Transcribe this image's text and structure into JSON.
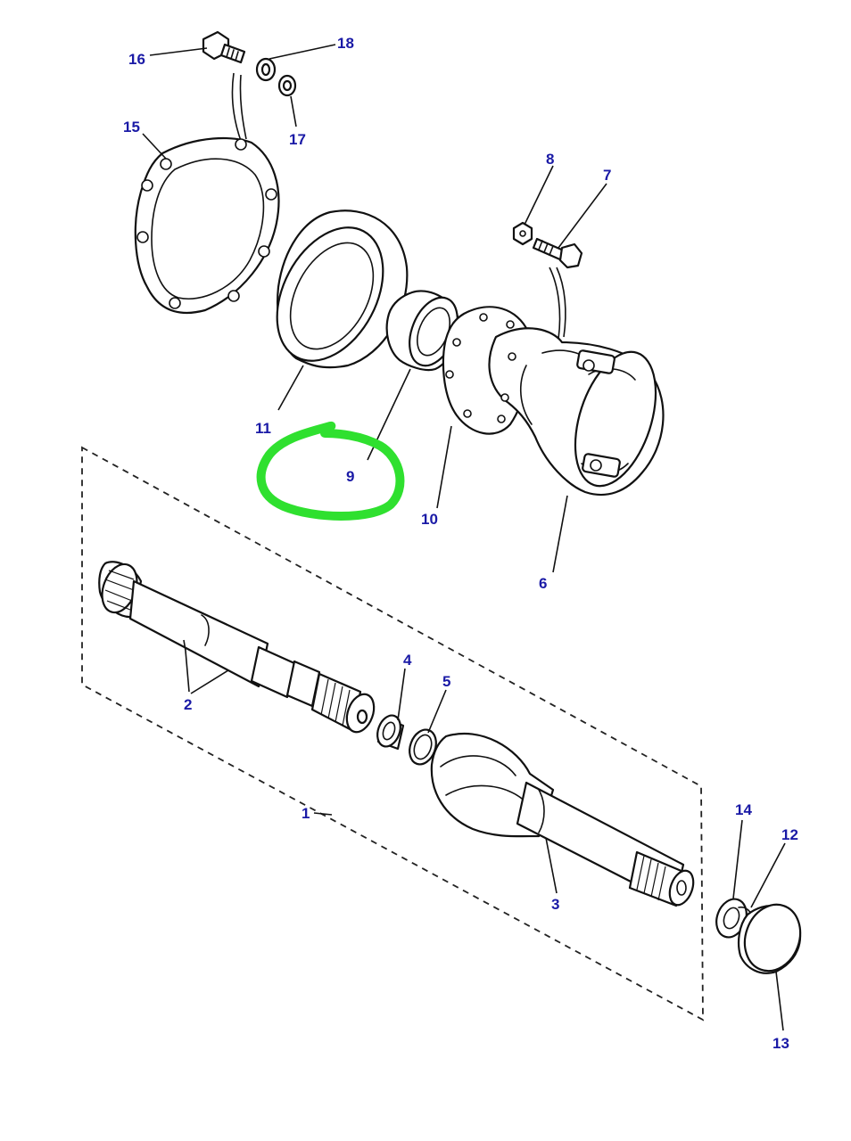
{
  "diagram": {
    "label_color": "#1a1aa6",
    "highlight_color": "#2fe02f",
    "callouts": {
      "c1": "1",
      "c2": "2",
      "c3": "3",
      "c4": "4",
      "c5": "5",
      "c6": "6",
      "c7": "7",
      "c8": "8",
      "c9": "9",
      "c10": "10",
      "c11": "11",
      "c12": "12",
      "c13": "13",
      "c14": "14",
      "c15": "15",
      "c16": "16",
      "c17": "17",
      "c18": "18"
    }
  }
}
